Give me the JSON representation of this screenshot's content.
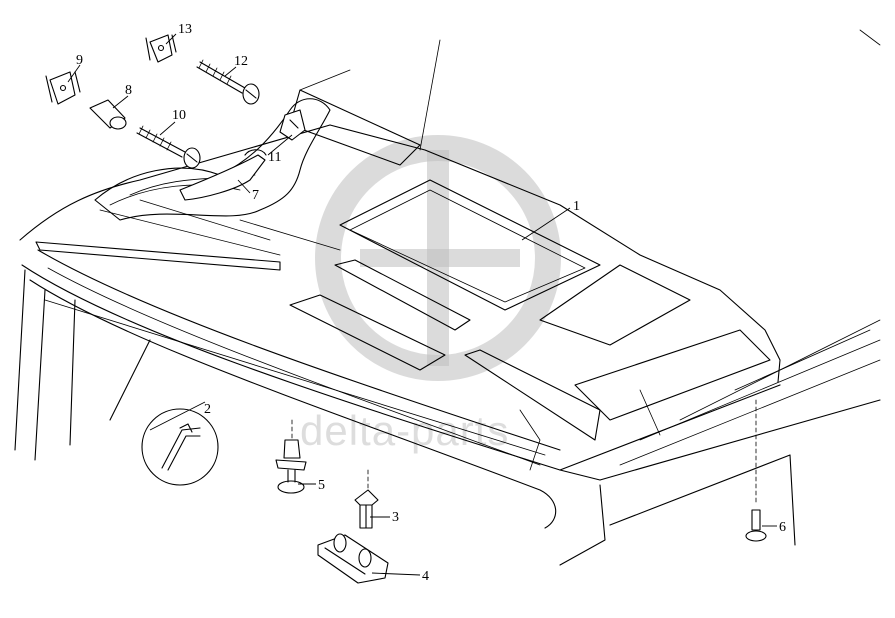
{
  "diagram": {
    "callouts": [
      {
        "id": "c1",
        "label": "1"
      },
      {
        "id": "c2",
        "label": "2"
      },
      {
        "id": "c3",
        "label": "3"
      },
      {
        "id": "c4",
        "label": "4"
      },
      {
        "id": "c5",
        "label": "5"
      },
      {
        "id": "c6",
        "label": "6"
      },
      {
        "id": "c7",
        "label": "7"
      },
      {
        "id": "c8",
        "label": "8"
      },
      {
        "id": "c9",
        "label": "9"
      },
      {
        "id": "c10",
        "label": "10"
      },
      {
        "id": "c11",
        "label": "11"
      },
      {
        "id": "c12",
        "label": "12"
      },
      {
        "id": "c13",
        "label": "13"
      }
    ],
    "watermark_text": "delta-parts"
  }
}
